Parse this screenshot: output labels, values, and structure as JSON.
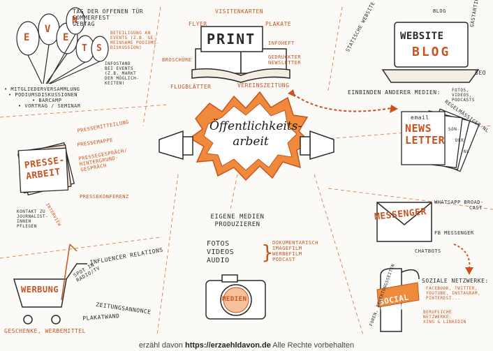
{
  "events": {
    "letters": [
      "E",
      "V",
      "E",
      "N",
      "T",
      "S"
    ],
    "list_top": [
      "TAG DER OFFENEN TÜR",
      "SOMMERFEST",
      "GEBTAG"
    ],
    "beteiligung": [
      "BETEILIGUNG AN",
      "EVENTS (Z.B. GE-",
      "MEINSAME PODIUMS-",
      "DISKUSSION)"
    ],
    "infostand": [
      "INFOSTAND",
      "BEI EVENTS",
      "(Z.B. MARKT",
      "DER MÖGLICH-",
      "KEITEN)"
    ],
    "list_bottom": [
      "• MITGLIEDERVERSAMMLUNG",
      "• PODIUMSDISKUSSIONEN",
      "• BARCAMP",
      "• VORTRAG / SEMINAR"
    ]
  },
  "print": {
    "title": "PRINT",
    "visitenkarten": "VISITENKARTEN",
    "flyer": "FLYER",
    "plakate": "PLAKATE",
    "infoheft": "INFOHEFT",
    "broschuere": "BROSCHÜRE",
    "newsletter": [
      "GEDRUCKTER",
      "NEWSLETTER"
    ],
    "flugblaetter": "FLUGBLÄTTER",
    "vereinszeitung": "VEREINSZEITUNG"
  },
  "website": {
    "title": "WEBSITE",
    "blog": "BLOG",
    "statisch": "STATISCHE WEBSITE",
    "blog_label": "BLOG",
    "gastartikel": "GASTARTIKEL",
    "seo": "SEO",
    "einbinden": "EINBINDEN ANDERER MEDIEN:",
    "medien": [
      "FOTOS,",
      "VIDEOS,",
      "PODCASTS"
    ]
  },
  "newsletter": {
    "email": "email",
    "title": [
      "NEWS",
      "LETTER"
    ],
    "side": [
      "REGELMÄSSIGER NL",
      "SON-",
      "DER",
      "NL"
    ]
  },
  "center": {
    "title": [
      "Öffentlichkeits-",
      "arbeit"
    ]
  },
  "presse": {
    "title": [
      "PRESSE-",
      "ARBEIT"
    ],
    "items": [
      "PRESSEMITTEILUNG",
      "PRESSEMAPPE",
      "PRESSEGESPRÄCH/",
      "HINTERGRUND-",
      "GESPRÄCH",
      "PRESSEKONFERENZ"
    ],
    "interview": "INTERVIEW",
    "kontakt": [
      "KONTAKT ZU",
      "JOURNALIST-",
      "INNEN",
      "PFLEGEN"
    ]
  },
  "eigene": {
    "title": [
      "EIGENE MEDIEN",
      "PRODUZIEREN"
    ],
    "left": [
      "FOTOS",
      "VIDEOS",
      "AUDIO"
    ],
    "right": [
      "DOKUMENTARISCH",
      "IMAGEFILM",
      "WERBEFILM",
      "PODCAST"
    ],
    "camera": "MEDIEN"
  },
  "messenger": {
    "title": "MESSENGER",
    "whatsapp": [
      "WHATSAPP BROAD-",
      "CAST"
    ],
    "fb": "FB MESSENGER",
    "chatbots": "CHATBOTS"
  },
  "werbung": {
    "title": "WERBUNG",
    "influencer": "INFLUENCER RELATIONS",
    "spot": [
      "SPOT IN",
      "RADIO/TV"
    ],
    "zeitung": "ZEITUNGSANNONCE",
    "plakat": "PLAKATWAND",
    "geschenke": "GESCHENKE, WERBEMITTEL"
  },
  "social": {
    "title": [
      "SOCIAL",
      "MEDIA"
    ],
    "netzwerke": "SOZIALE NETZWERKE:",
    "list": [
      "FACEBOOK, TWITTER,",
      "YOUTUBE, INSTAGRAM,",
      "PINTEREST..."
    ],
    "beruf": [
      "BERUFLICHE",
      "NETZWERKE:",
      "XING & LINKEDIN"
    ],
    "foren": "FOREN, BEWERTUNGSSEITEN"
  },
  "footer": {
    "pre": "erzähl davon",
    "url": "https://erzaehldavon.de",
    "post": "Alle Rechte vorbehalten"
  },
  "colors": {
    "accent": "#c8531e",
    "ink": "#2a2a2a",
    "paper": "#fbfaf6"
  }
}
